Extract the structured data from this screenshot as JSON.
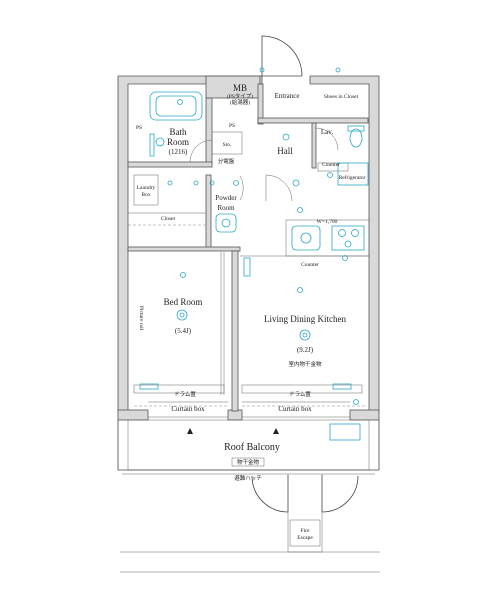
{
  "rooms": {
    "mb": "MB",
    "mb_note_1": "(PSタイプ)",
    "mb_note_2": "(給湯器)",
    "entrance": "Entrance",
    "shoes_closet": "Shoes in Closet",
    "bath_room_1": "Bath",
    "bath_room_2": "Room",
    "bath_size": "(1216)",
    "ps_left": "PS",
    "ps_mid": "PS",
    "sto": "Sto.",
    "breaker": "分電盤",
    "hall": "Hall",
    "lav": "Lav.",
    "counter_top": "Counter",
    "refrigerator": "Refrigerator",
    "laundry_1": "Laundry",
    "laundry_2": "Box",
    "powder_1": "Powder",
    "powder_2": "Room",
    "closet": "Closet",
    "width_note": "W=1,700",
    "counter_kitchen": "Counter",
    "bed_room": "Bed Room",
    "bed_size": "(5.4J)",
    "picture_rail": "Picture rail",
    "ldk": "Living Dining Kitchen",
    "ldk_size": "(9.2J)",
    "indoor_dryer": "室内物干金物",
    "curtain_box_left": "Curtain box",
    "curtain_box_right": "Curtain box",
    "sill_left": "ドラム置",
    "sill_right": "ドラム置",
    "roof_balcony": "Roof Balcony",
    "outdoor_dryer": "物干金物",
    "hatch": "避難ハッチ",
    "fire_escape_1": "Fire",
    "fire_escape_2": "Escape"
  },
  "colors": {
    "wall": "#d9d9d9",
    "equipment": "#2aa9c4"
  }
}
